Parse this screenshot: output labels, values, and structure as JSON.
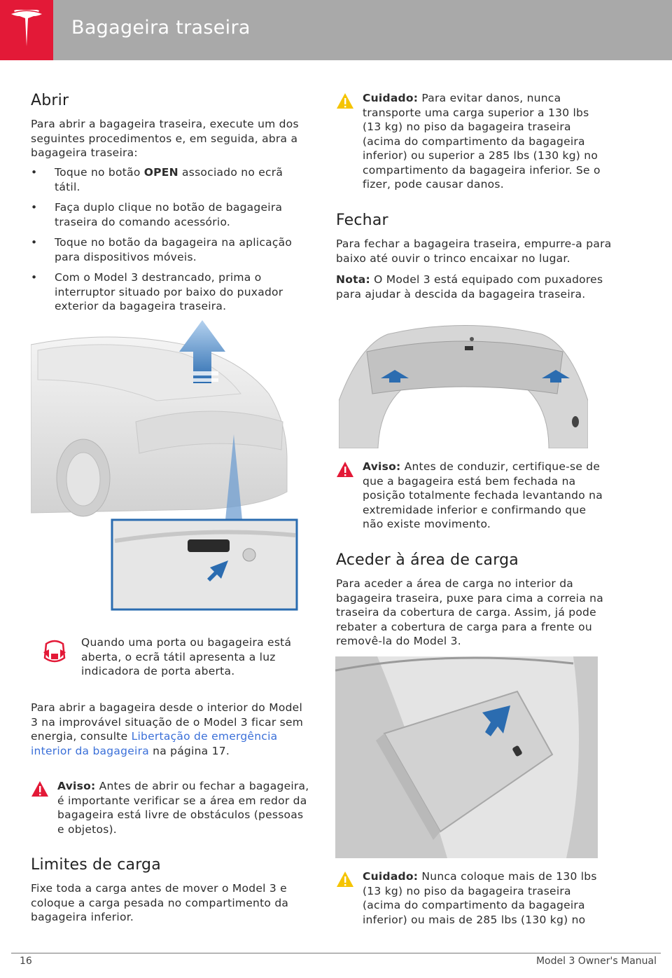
{
  "header": {
    "title": "Bagageira traseira",
    "logo": "tesla-logo"
  },
  "left": {
    "open_heading": "Abrir",
    "open_intro": "Para abrir a bagageira traseira, execute um dos seguintes procedimentos e, em seguida, abra a bagageira traseira:",
    "bullets": [
      {
        "pre": "Toque no botão ",
        "bold": "OPEN",
        "post": " associado no ecrã tátil."
      },
      {
        "pre": "Faça duplo clique no botão de bagageira traseira do comando acessório.",
        "bold": "",
        "post": ""
      },
      {
        "pre": "Toque no botão da bagageira na aplicação para dispositivos móveis.",
        "bold": "",
        "post": ""
      },
      {
        "pre": "Com o Model 3 destrancado, prima o interruptor situado por baixo do puxador exterior da bagageira traseira.",
        "bold": "",
        "post": ""
      }
    ],
    "bullet_char": "•",
    "door_indicator_text": "Quando uma porta ou bagageira está aberta, o ecrã tátil apresenta a luz indicadora de porta aberta.",
    "interior_text_pre": "Para abrir a bagageira desde o interior do Model 3 na improvável situação de o Model 3 ficar sem energia, consulte ",
    "interior_link": "Libertação de emergência interior da bagageira",
    "interior_text_post": " na página 17.",
    "warning_label": "Aviso:",
    "warning_text": " Antes de abrir ou fechar a bagageira, é importante verificar se a área em redor da bagageira está livre de obstáculos (pessoas e objetos).",
    "limits_heading": "Limites de carga",
    "limits_text": "Fixe toda a carga antes de mover o Model 3 e coloque a carga pesada no compartimento da bagageira inferior."
  },
  "right": {
    "caution1_label": "Cuidado:",
    "caution1_text": " Para evitar danos, nunca transporte uma carga superior a 130 lbs (13 kg) no piso da bagageira traseira (acima do compartimento da bagageira inferior) ou superior a 285 lbs (130 kg) no compartimento da bagageira inferior. Se o fizer, pode causar danos.",
    "close_heading": "Fechar",
    "close_text": "Para fechar a bagageira traseira, empurre-a para baixo até ouvir o trinco encaixar no lugar.",
    "note_label": "Nota:",
    "note_text": " O Model 3 está equipado com puxadores para ajudar à descida da bagageira traseira.",
    "warning_label": "Aviso:",
    "warning_text": " Antes de conduzir, certifique-se de que a bagageira está bem fechada na posição totalmente fechada levantando na extremidade inferior e confirmando que não existe movimento.",
    "cargo_heading": "Aceder à área de carga",
    "cargo_text": "Para aceder a área de carga no interior da bagageira traseira, puxe para cima a correia na traseira da cobertura de carga. Assim, já pode rebater a cobertura de carga para a frente ou removê-la do Model 3.",
    "caution2_label": "Cuidado:",
    "caution2_text": " Nunca coloque mais de 130 lbs (13 kg) no piso da bagageira traseira (acima do compartimento da bagageira inferior) ou mais de 285 lbs (130 kg) no"
  },
  "footer": {
    "page_number": "16",
    "manual_title": "Model 3 Owner's Manual"
  },
  "colors": {
    "tesla_red": "#e31937",
    "header_gray": "#a9a9a9",
    "warning_red": "#e31937",
    "caution_yellow": "#f5c400",
    "arrow_blue": "#2b6cb0",
    "link_blue": "#3a6fd8"
  }
}
